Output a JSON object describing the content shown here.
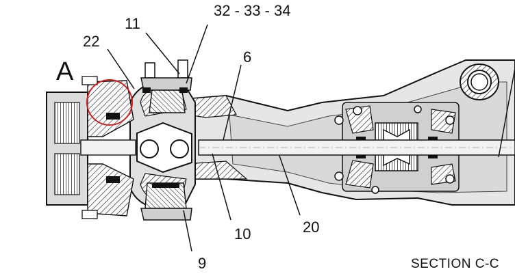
{
  "view_letter": "A",
  "section_label": "SECTION C-C",
  "callouts": {
    "c11": "11",
    "c323334": "32 - 33 - 34",
    "c22": "22",
    "c6": "6",
    "c10": "10",
    "c20": "20",
    "c9": "9"
  },
  "highlight_color": "#d42020"
}
